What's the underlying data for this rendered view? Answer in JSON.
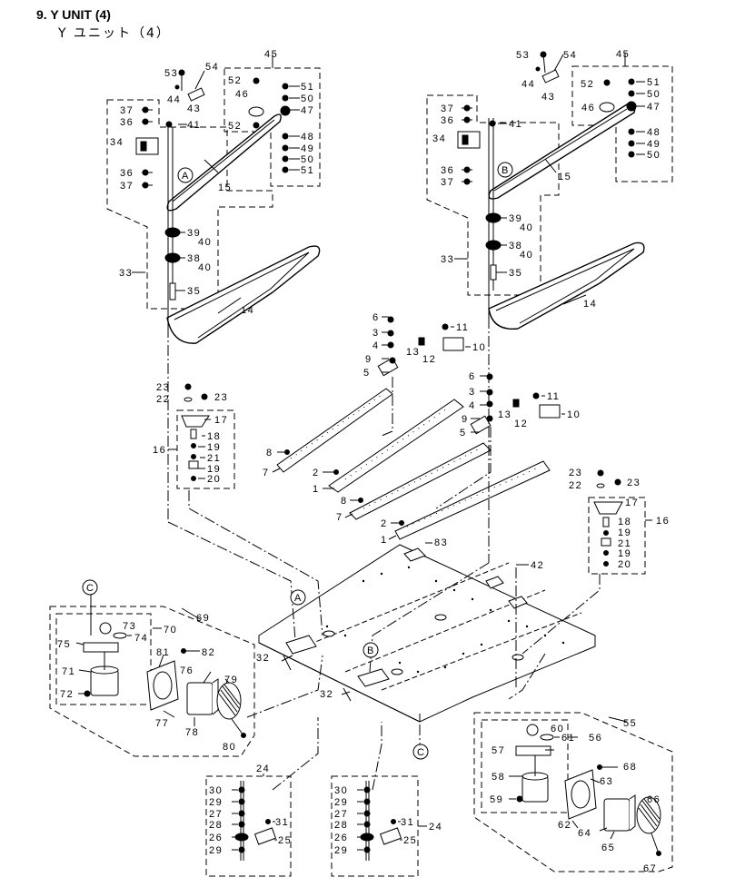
{
  "header": {
    "title": "9.  Y UNIT (4)",
    "subtitle": "Y ユニット（4）"
  },
  "callouts": {
    "a": "A",
    "b": "B",
    "c": "C"
  },
  "labels": {
    "l1": "1",
    "l2": "2",
    "l3": "3",
    "l4": "4",
    "l5": "5",
    "l6": "6",
    "l7": "7",
    "l8": "8",
    "l9": "9",
    "l10": "10",
    "l11": "11",
    "l12": "12",
    "l13": "13",
    "l14": "14",
    "l15": "15",
    "l16": "16",
    "l17": "17",
    "l18": "18",
    "l19": "19",
    "l20": "20",
    "l21": "21",
    "l22": "22",
    "l23": "23",
    "l24": "24",
    "l25": "25",
    "l26": "26",
    "l27": "27",
    "l28": "28",
    "l29": "29",
    "l30": "30",
    "l31": "31",
    "l32": "32",
    "l33": "33",
    "l34": "34",
    "l35": "35",
    "l36": "36",
    "l37": "37",
    "l38": "38",
    "l39": "39",
    "l40": "40",
    "l41": "41",
    "l42": "42",
    "l43": "43",
    "l44": "44",
    "l45": "45",
    "l46": "46",
    "l47": "47",
    "l48": "48",
    "l49": "49",
    "l50": "50",
    "l51": "51",
    "l52": "52",
    "l53": "53",
    "l54": "54",
    "l55": "55",
    "l56": "56",
    "l57": "57",
    "l58": "58",
    "l59": "59",
    "l60": "60",
    "l61": "61",
    "l62": "62",
    "l63": "63",
    "l64": "64",
    "l65": "65",
    "l66": "66",
    "l67": "67",
    "l68": "68",
    "l69": "69",
    "l70": "70",
    "l71": "71",
    "l72": "72",
    "l73": "73",
    "l74": "74",
    "l75": "75",
    "l76": "76",
    "l77": "77",
    "l78": "78",
    "l79": "79",
    "l80": "80",
    "l81": "81",
    "l82": "82",
    "l83": "83"
  }
}
